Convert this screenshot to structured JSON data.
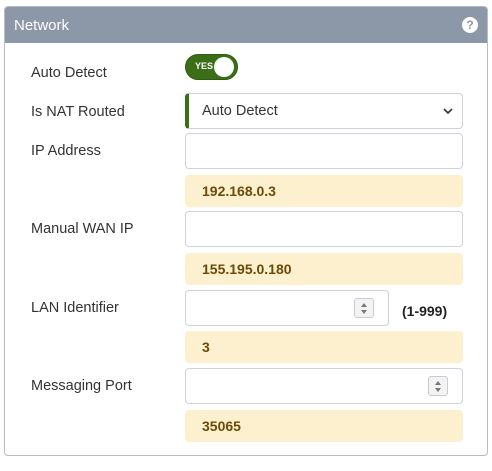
{
  "header": {
    "title": "Network",
    "help_icon": "question-icon"
  },
  "auto_detect": {
    "label": "Auto Detect",
    "toggle_label": "YES",
    "on": true
  },
  "nat_routed": {
    "label": "Is NAT Routed",
    "selected": "Auto Detect"
  },
  "ip_address": {
    "label": "IP Address",
    "value": "",
    "hint": "192.168.0.3"
  },
  "manual_wan_ip": {
    "label": "Manual WAN IP",
    "value": "",
    "hint": "155.195.0.180"
  },
  "lan_identifier": {
    "label": "LAN Identifier",
    "value": "",
    "range": "(1-999)",
    "hint": "3"
  },
  "messaging_port": {
    "label": "Messaging Port",
    "value": "",
    "hint": "35065"
  },
  "colors": {
    "accent": "#3a6f18",
    "header_bg": "#8c97a8",
    "hint_bg": "#fdf0cf",
    "hint_text": "#6b4a06"
  }
}
